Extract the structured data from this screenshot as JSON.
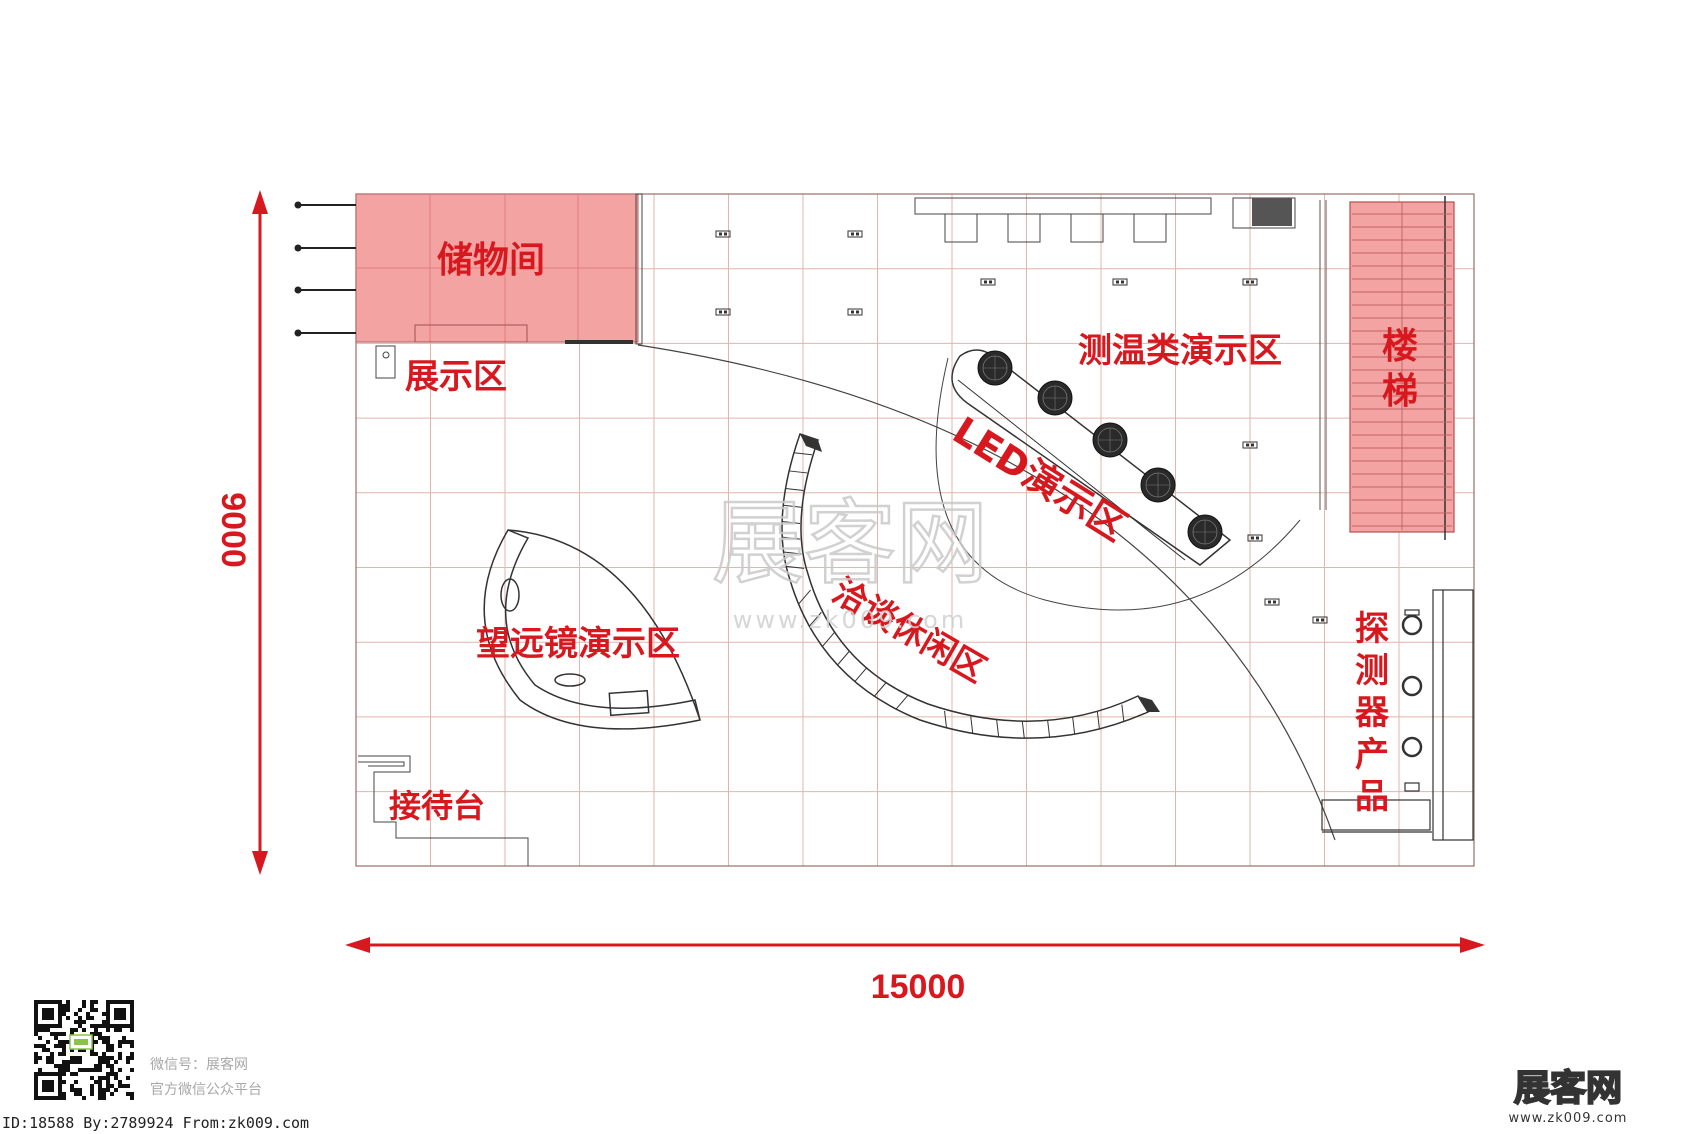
{
  "colors": {
    "accent": "#d7191f",
    "grid": "#e3b5ad",
    "room_fill": "#f4a3a3",
    "furniture_stroke": "#333333"
  },
  "dimensions": {
    "width_label": "15000",
    "height_label": "9000"
  },
  "zones": {
    "storage": "储物间",
    "display": "展示区",
    "temperature_demo": "测温类演示区",
    "stairs": "楼梯",
    "led_demo": "LED演示区",
    "telescope_demo": "望远镜演示区",
    "lounge": "洽谈休闲区",
    "detector_products": "探测器产品",
    "reception": "接待台"
  },
  "watermark": {
    "brand": "展客网",
    "url": "www.zk009.com"
  },
  "footer": {
    "wechat_line": "微信号：展客网",
    "platform_line": "官方微信公众平台",
    "id_line": "ID:18588 By:2789924 From:zk009.com",
    "brand": "展客网",
    "brand_url": "www.zk009.com"
  }
}
